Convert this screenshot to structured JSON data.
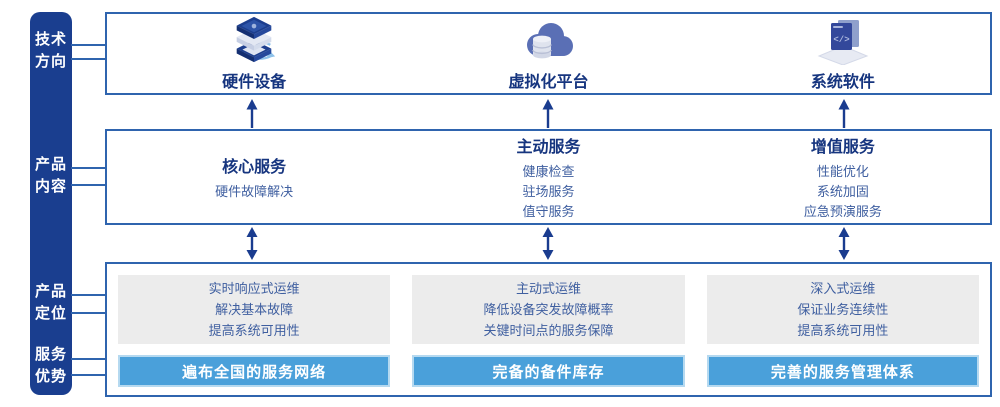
{
  "sidebar": {
    "items": [
      {
        "line1": "技术",
        "line2": "方向"
      },
      {
        "line1": "产品",
        "line2": "内容"
      },
      {
        "line1": "产品",
        "line2": "定位"
      },
      {
        "line1": "服务",
        "line2": "优势"
      }
    ]
  },
  "tech_row": {
    "columns": [
      {
        "icon": "server-stack-icon",
        "label": "硬件设备"
      },
      {
        "icon": "cloud-database-icon",
        "label": "虚拟化平台"
      },
      {
        "icon": "software-window-icon",
        "label": "系统软件"
      }
    ]
  },
  "content_row": {
    "columns": [
      {
        "title": "核心服务",
        "items": [
          "硬件故障解决",
          "",
          ""
        ]
      },
      {
        "title": "主动服务",
        "items": [
          "健康检查",
          "驻场服务",
          "值守服务"
        ]
      },
      {
        "title": "增值服务",
        "items": [
          "性能优化",
          "系统加固",
          "应急预演服务"
        ]
      }
    ]
  },
  "positioning_row": {
    "columns": [
      {
        "lines": [
          "实时响应式运维",
          "解决基本故障",
          "提高系统可用性"
        ],
        "highlight": "遍布全国的服务网络"
      },
      {
        "lines": [
          "主动式运维",
          "降低设备突发故障概率",
          "关键时间点的服务保障"
        ],
        "highlight": "完备的备件库存"
      },
      {
        "lines": [
          "深入式运维",
          "保证业务连续性",
          "提高系统可用性"
        ],
        "highlight": "完善的服务管理体系"
      }
    ]
  },
  "colors": {
    "navy": "#1a3e8f",
    "border_blue": "#2f64ae",
    "title_navy": "#16357f",
    "muted_text": "#3f5fa0",
    "gray_panel": "#ececec",
    "bar_blue": "#4aa0da",
    "bar_border": "#b5d9f0",
    "arrow": "#1a3c8f"
  }
}
